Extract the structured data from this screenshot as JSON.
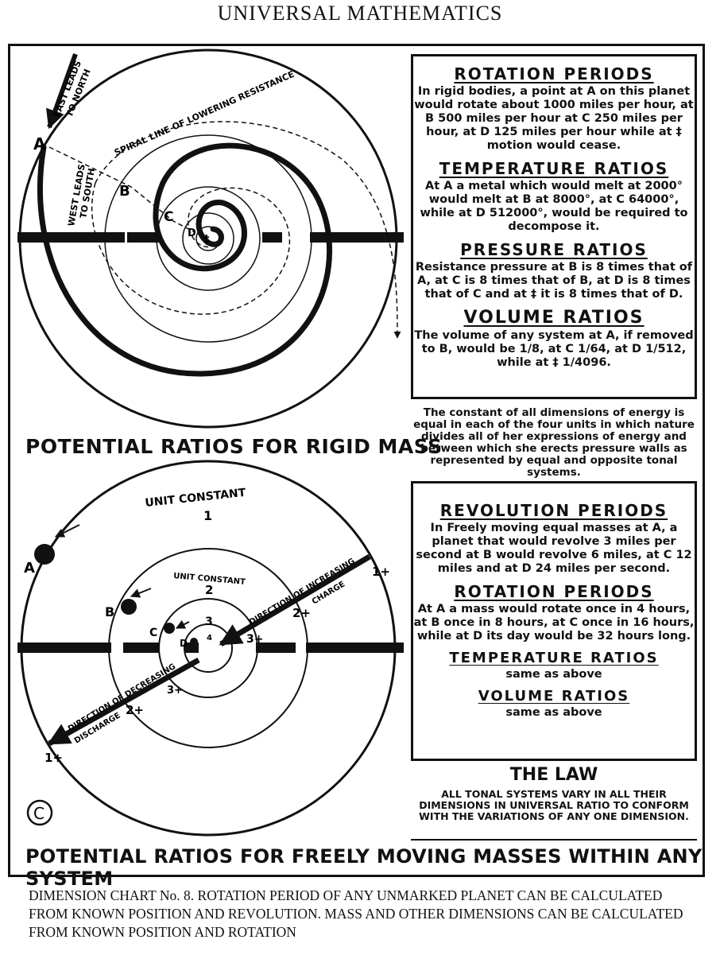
{
  "header": "UNIVERSAL MATHEMATICS",
  "top_diagram": {
    "labels": {
      "east": "EAST LEADS",
      "east2": "TO NORTH",
      "west": "WEST LEADS",
      "west2": "TO SOUTH",
      "spiral": "SPIRAL LINE OF LOWERING RESISTANCE",
      "A": "A",
      "B": "B",
      "C": "C",
      "D": "D",
      "dagger": "‡"
    },
    "caption": "POTENTIAL RATIOS FOR RIGID MASS"
  },
  "top_box": {
    "rotation_title": "ROTATION PERIODS",
    "rotation_text": "In rigid bodies, a point at A on this planet would rotate about 1000 miles per hour, at B 500 miles per hour at C 250 miles per hour, at D 125 miles per hour while at ‡ motion would cease.",
    "temperature_title": "TEMPERATURE RATIOS",
    "temperature_text": "At A a metal which would melt at 2000° would melt at B at 8000°, at C 64000°, while at D 512000°, would be required to decompose it.",
    "pressure_title": "PRESSURE RATIOS",
    "pressure_text": "Resistance pressure at B is 8 times that of A, at C is 8 times that of B, at D is 8 times that of C and at ‡ it is 8 times that of D.",
    "volume_title": "VOLUME RATIOS",
    "volume_text": "The volume of any system at A, if removed to B, would be 1/8, at C 1/64, at D 1/512, while at ‡ 1/4096."
  },
  "constant_text": "The constant of all dimensions of energy is equal in each of the four units in which nature divides all of her expressions of energy and between which she erects pressure walls as represented by equal and opposite tonal systems.",
  "bottom_diagram": {
    "labels": {
      "unit_constant_1": "UNIT CONSTANT",
      "n1": "1",
      "unit_constant_2": "UNIT CONSTANT",
      "n2": "2",
      "n3": "3",
      "n4": "4",
      "A": "A",
      "B": "B",
      "C": "C",
      "D": "D",
      "inc": "DIRECTION OF INCREASING",
      "inc2": "CHARGE",
      "dec": "DIRECTION OF DECREASING",
      "dec2": "DISCHARGE",
      "m1p": "1+",
      "m2p": "2+",
      "m3p": "3+",
      "m1m": "1+",
      "m2m": "2+",
      "m3m": "3+",
      "copyright": "C"
    },
    "caption": "POTENTIAL RATIOS FOR FREELY MOVING MASSES WITHIN ANY SYSTEM"
  },
  "bottom_box": {
    "revolution_title": "REVOLUTION PERIODS",
    "revolution_text": "In Freely moving equal masses at A, a planet that would revolve 3 miles per second at B would revolve 6 miles, at C 12 miles and at D 24 miles per second.",
    "rotation_title": "ROTATION PERIODS",
    "rotation_text": "At A a mass would rotate once in 4 hours, at B once in 8 hours, at C once in 16 hours, while at D its day would be 32 hours long.",
    "temperature_title": "TEMPERATURE RATIOS",
    "temperature_text": "same as above",
    "volume_title": "VOLUME RATIOS",
    "volume_text": "same as above"
  },
  "law": {
    "title": "THE LAW",
    "text": "ALL TONAL SYSTEMS VARY IN ALL THEIR DIMENSIONS IN UNIVERSAL RATIO TO CONFORM WITH THE VARIATIONS OF ANY ONE DIMENSION."
  },
  "footer": "DIMENSION CHART No. 8. ROTATION PERIOD OF ANY UNMARKED PLANET CAN BE CALCULATED FROM KNOWN POSITION AND REVOLUTION. MASS AND OTHER DIMENSIONS CAN BE CALCULATED FROM KNOWN POSITION AND ROTATION"
}
